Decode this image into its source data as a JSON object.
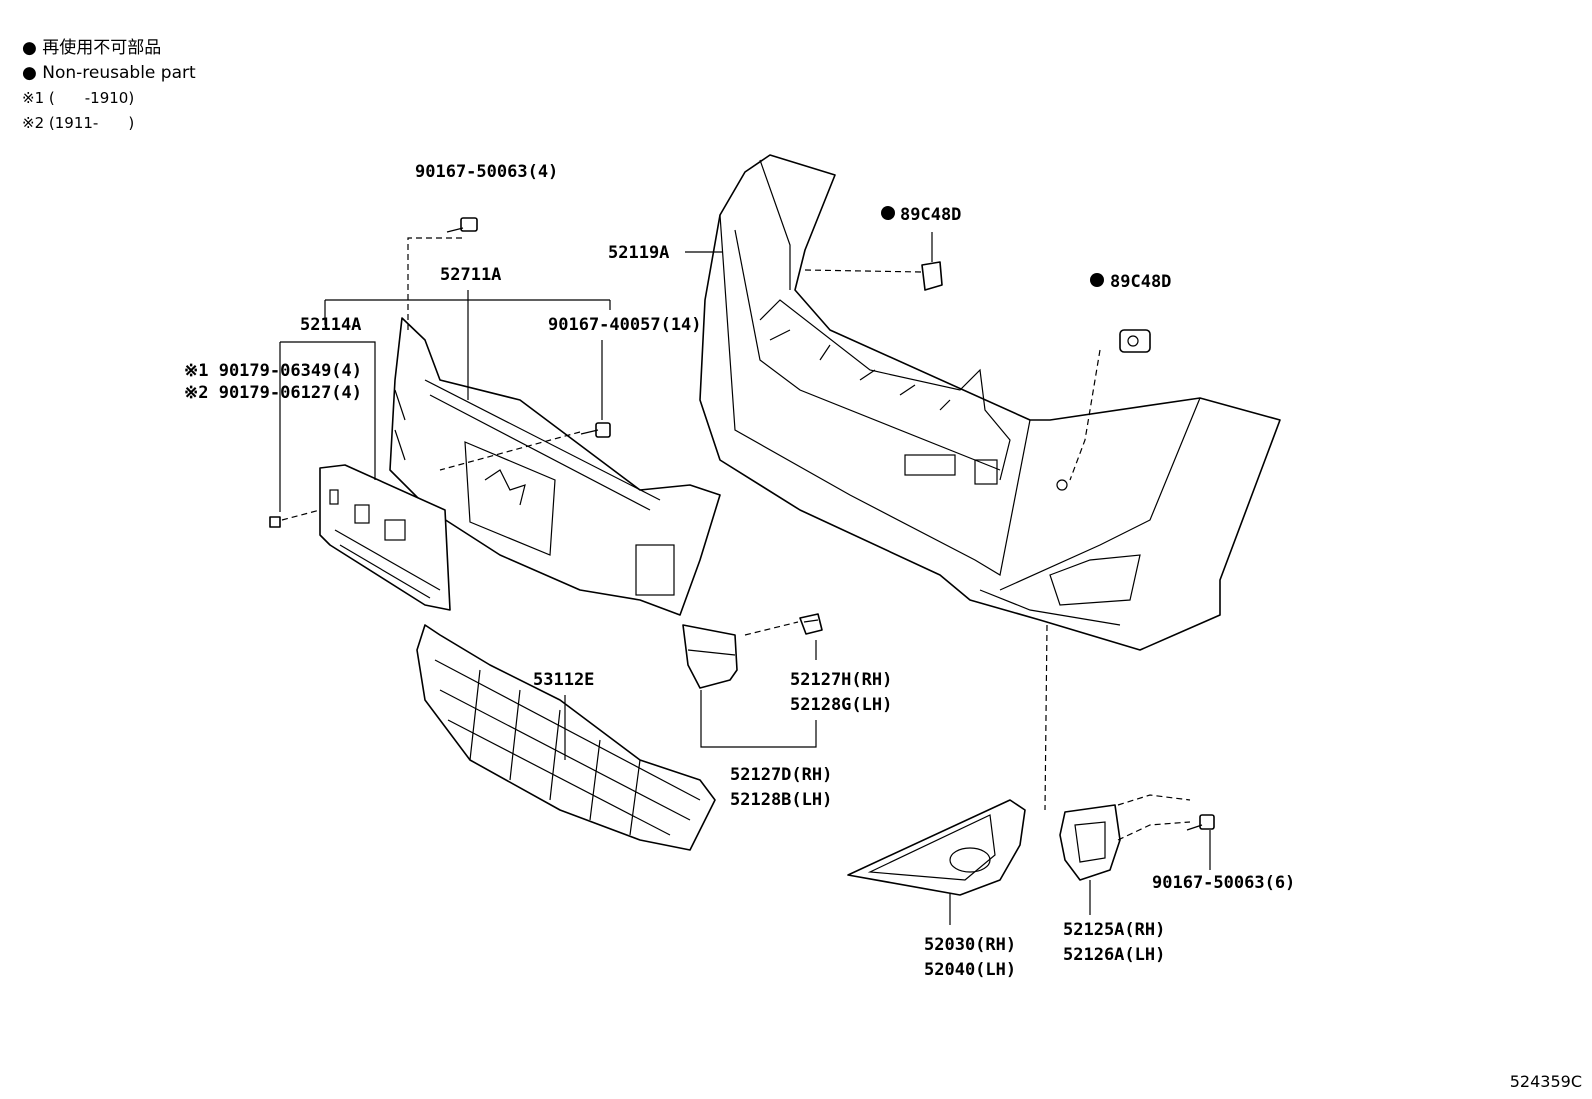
{
  "legend": {
    "line1": "再使用不可部品",
    "line2": "Non-reusable part",
    "line3": "※1 (　　-1910)",
    "line4": "※2 (1911-　　)"
  },
  "labels": {
    "bolt_top": "90167-50063(4)",
    "clip_right_top": "89C48D",
    "clip_right_mid": "89C48D",
    "cover": "52119A",
    "bracket": "52711A",
    "plate": "52114A",
    "screw_a": "※1 90179-06349(4)",
    "screw_b": "※2 90179-06127(4)",
    "bolt_mid": "90167-40057(14)",
    "grille": "53112E",
    "clip_small_a": "52127H(RH)",
    "clip_small_b": "52128G(LH)",
    "cap_a": "52127D(RH)",
    "cap_b": "52128B(LH)",
    "bolt_bottom": "90167-50063(6)",
    "garnish_a": "52030(RH)",
    "garnish_b": "52040(LH)",
    "housing_a": "52125A(RH)",
    "housing_b": "52126A(LH)"
  },
  "ref_code": "524359C"
}
